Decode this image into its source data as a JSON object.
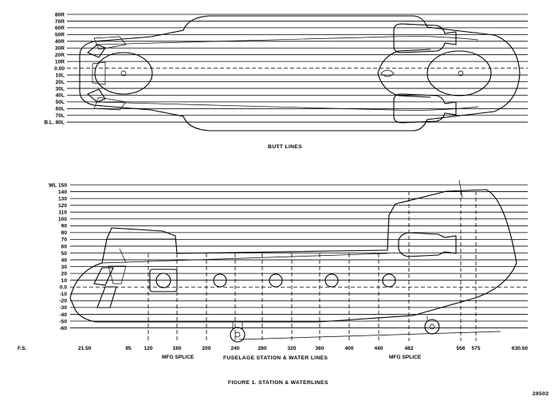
{
  "butt_lines": {
    "labels": [
      "80R",
      "70R",
      "60R",
      "50R",
      "40R",
      "30R",
      "20R",
      "10R",
      "0.00",
      "10L",
      "20L",
      "30L",
      "40L",
      "50L",
      "60L",
      "70L",
      "B.L. 80L"
    ],
    "title": "BUTT LINES"
  },
  "water_lines": {
    "labels": [
      "WL 150",
      "140",
      "130",
      "120",
      "110",
      "100",
      "90",
      "80",
      "70",
      "60",
      "50",
      "40",
      "30",
      "20",
      "10",
      "0.0",
      "-10",
      "-20",
      "-30",
      "-40",
      "-50",
      "-60"
    ]
  },
  "fuselage_stations": {
    "labels": [
      "F.S.",
      "21.50",
      "95",
      "120",
      "160",
      "200",
      "240",
      "280",
      "320",
      "360",
      "400",
      "440",
      "482",
      "556",
      "575",
      "630.50"
    ]
  },
  "annotations": {
    "mfg_splice_left": "MFG SPLICE",
    "mfg_splice_right": "MFG SPLICE",
    "fuselage_title": "FUSELAGE STATION & WATER LINES"
  },
  "caption": "FIGURE 1.   STATION & WATERLINES",
  "figure_number": "26502"
}
